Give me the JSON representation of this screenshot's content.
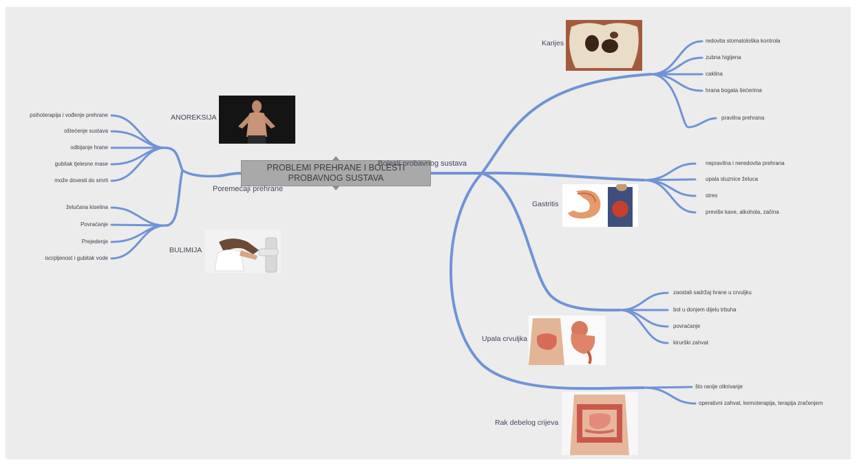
{
  "center": {
    "title_line1": "PROBLEMI PREHRANE I BOLESTI",
    "title_line2": "PROBAVNOG SUSTAVA"
  },
  "left_branch": {
    "label": "Poremećaji prehrane",
    "anoreksija": {
      "label": "ANOREKSIJA",
      "items": [
        "psihoterapija i vođenje prehrane",
        "oštećenje sustava",
        "odbijanje hrane",
        "gubitak tjelesne mase",
        "može dovesti do smrti"
      ]
    },
    "bulimija": {
      "label": "BULIMIJA",
      "items": [
        "želučana kiselina",
        "Povraćanje",
        "Prejedenje",
        "iscrpljenost i gubitak vode"
      ]
    }
  },
  "right_branch": {
    "label": "Bolesti probavnog sustava",
    "karijes": {
      "label": "Karijes",
      "items": [
        "redovita stomatološka kontrola",
        "zubna higijena",
        "caklina",
        "hrana bogata šećerima",
        "pravilna prehrana"
      ]
    },
    "gastritis": {
      "label": "Gastritis",
      "items": [
        "nepravilna i neredovita prehrana",
        "upala sluznice želuca",
        "stres",
        "previše kave, alkohola, začina"
      ]
    },
    "upala": {
      "label": "Upala crvuljka",
      "items": [
        "zaostali sadržaj hrane u crvuljku",
        "bol u donjem dijelu trbuha",
        "povraćanje",
        "kirurški zahvat"
      ]
    },
    "rak": {
      "label": "Rak debelog crijeva",
      "items": [
        "što ranije otkrivanje",
        "operativni zahvat, kemoterapija, terapija zračenjem"
      ]
    }
  },
  "colors": {
    "link": "#6f93d6",
    "center_box": "#a9a9a9",
    "background": "#ececec"
  }
}
